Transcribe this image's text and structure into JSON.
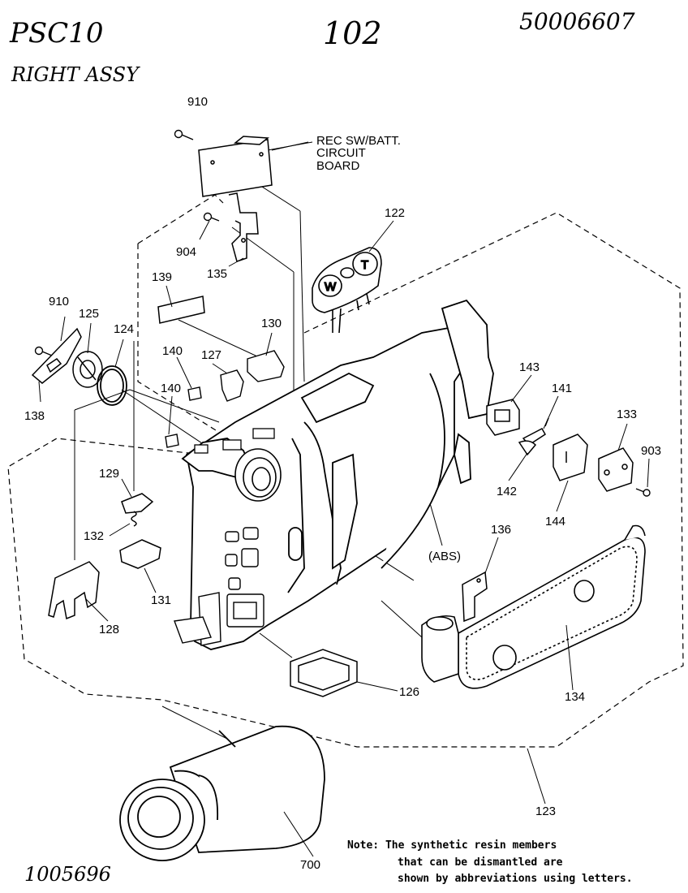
{
  "header": {
    "model": "PSC10",
    "subtitle": "RIGHT ASSY",
    "page": "102",
    "part_number": "50006607"
  },
  "parts": [
    {
      "id": "910-top",
      "text": "910"
    },
    {
      "id": "rec-board-1",
      "text": "REC SW/BATT."
    },
    {
      "id": "rec-board-2",
      "text": "CIRCUIT"
    },
    {
      "id": "rec-board-3",
      "text": "BOARD"
    },
    {
      "id": "904",
      "text": "904"
    },
    {
      "id": "135",
      "text": "135"
    },
    {
      "id": "122",
      "text": "122"
    },
    {
      "id": "139",
      "text": "139"
    },
    {
      "id": "910-left",
      "text": "910"
    },
    {
      "id": "125",
      "text": "125"
    },
    {
      "id": "124",
      "text": "124"
    },
    {
      "id": "140-a",
      "text": "140"
    },
    {
      "id": "127",
      "text": "127"
    },
    {
      "id": "130",
      "text": "130"
    },
    {
      "id": "140-b",
      "text": "140"
    },
    {
      "id": "138",
      "text": "138"
    },
    {
      "id": "143",
      "text": "143"
    },
    {
      "id": "141",
      "text": "141"
    },
    {
      "id": "133",
      "text": "133"
    },
    {
      "id": "903",
      "text": "903"
    },
    {
      "id": "142",
      "text": "142"
    },
    {
      "id": "144",
      "text": "144"
    },
    {
      "id": "129",
      "text": "129"
    },
    {
      "id": "132",
      "text": "132"
    },
    {
      "id": "131",
      "text": "131"
    },
    {
      "id": "128",
      "text": "128"
    },
    {
      "id": "136",
      "text": "136"
    },
    {
      "id": "abs",
      "text": "(ABS)"
    },
    {
      "id": "126",
      "text": "126"
    },
    {
      "id": "134",
      "text": "134"
    },
    {
      "id": "123",
      "text": "123"
    },
    {
      "id": "700",
      "text": "700"
    }
  ],
  "note": {
    "line1": "Note: The synthetic resin members",
    "line2": "that can be dismantled are",
    "line3": "shown by abbreviations using letters."
  },
  "footer_code": "1005696",
  "button_labels": {
    "wide": "W",
    "tele": "T"
  }
}
